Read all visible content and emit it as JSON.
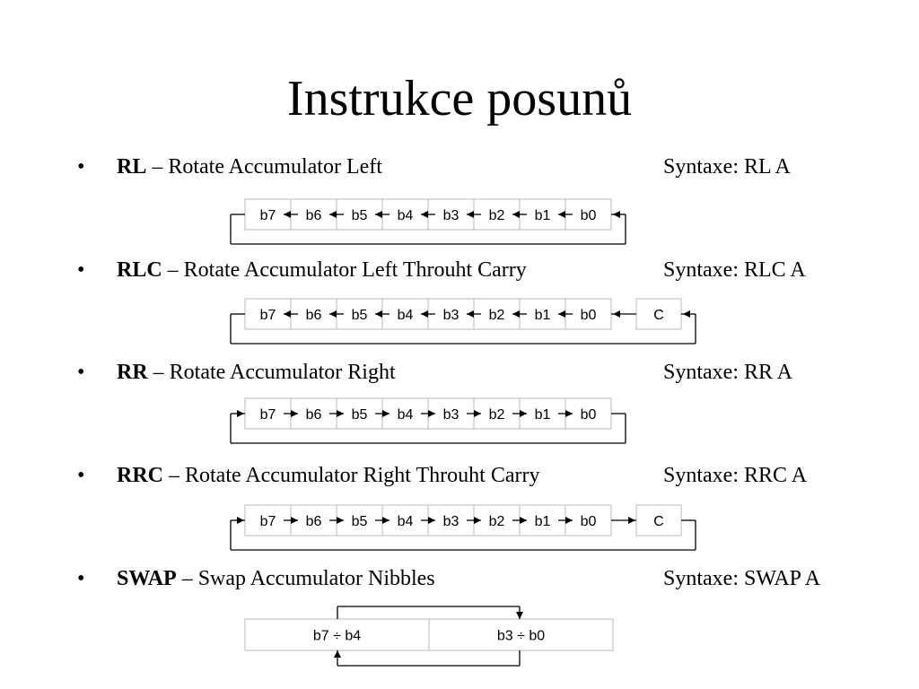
{
  "title": "Instrukce posunů",
  "bullet": "•",
  "instructions": [
    {
      "name": "RL",
      "description": " – Rotate Accumulator Left",
      "syntax": "Syntaxe: RL A",
      "cells": [
        "b7",
        "b6",
        "b5",
        "b4",
        "b3",
        "b2",
        "b1",
        "b0"
      ],
      "direction": "left",
      "carry": ""
    },
    {
      "name": "RLC",
      "description": " – Rotate Accumulator Left Throuht Carry",
      "syntax": "Syntaxe: RLC A",
      "cells": [
        "b7",
        "b6",
        "b5",
        "b4",
        "b3",
        "b2",
        "b1",
        "b0"
      ],
      "direction": "left",
      "carry": "C"
    },
    {
      "name": "RR",
      "description": " – Rotate Accumulator Right",
      "syntax": "Syntaxe: RR A",
      "cells": [
        "b7",
        "b6",
        "b5",
        "b4",
        "b3",
        "b2",
        "b1",
        "b0"
      ],
      "direction": "right",
      "carry": ""
    },
    {
      "name": "RRC",
      "description": " – Rotate Accumulator Right Throuht Carry",
      "syntax": "Syntaxe: RRC A",
      "cells": [
        "b7",
        "b6",
        "b5",
        "b4",
        "b3",
        "b2",
        "b1",
        "b0"
      ],
      "direction": "right",
      "carry": "C"
    },
    {
      "name": "SWAP",
      "description": " – Swap Accumulator Nibbles",
      "syntax": "Syntaxe: SWAP A",
      "nibbles": [
        "b7 ÷ b4",
        "b3 ÷ b0"
      ]
    }
  ]
}
